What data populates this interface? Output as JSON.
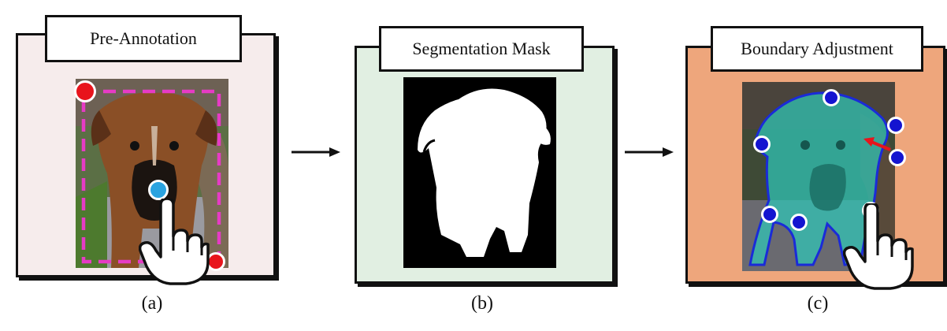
{
  "panels": [
    {
      "title": "Pre-Annotation",
      "caption": "(a)",
      "background": "#f6ecec"
    },
    {
      "title": "Segmentation Mask",
      "caption": "(b)",
      "background": "#e1efe2"
    },
    {
      "title": "Boundary Adjustment",
      "caption": "(c)",
      "background": "#eea67c"
    }
  ],
  "colors": {
    "box_dashes": "#e63bc5",
    "corner_point": "#e8141c",
    "center_point": "#2aa3e0",
    "boundary_line": "#1a2bd8",
    "boundary_point": "#1414d0",
    "mask_overlay": "#2fc7b8",
    "drag_arrow": "#e8141c"
  },
  "icons": [
    "pointing-hand-icon",
    "right-arrow-icon"
  ]
}
